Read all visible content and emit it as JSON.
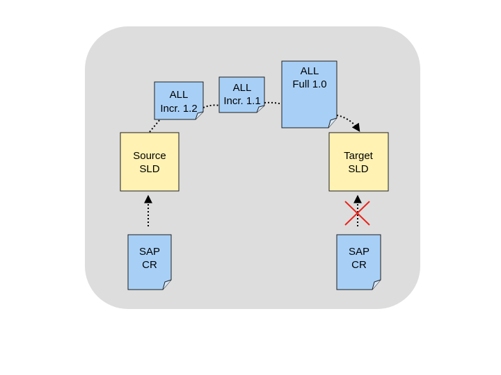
{
  "colors": {
    "panel": "#dddddd",
    "document_fill": "#a8d0f7",
    "system_fill": "#fff2b3",
    "outline": "#1e1e1e",
    "block_mark": "#e8231b"
  },
  "documents": {
    "incr_1_2": {
      "line1": "ALL",
      "line2": "Incr. 1.2"
    },
    "incr_1_1": {
      "line1": "ALL",
      "line2": "Incr. 1.1"
    },
    "full_1_0": {
      "line1": "ALL",
      "line2": "Full 1.0"
    },
    "source_cr": {
      "line1": "SAP",
      "line2": "CR"
    },
    "target_cr": {
      "line1": "SAP",
      "line2": "CR"
    }
  },
  "systems": {
    "source": {
      "line1": "Source",
      "line2": "SLD"
    },
    "target": {
      "line1": "Target",
      "line2": "SLD"
    }
  },
  "icons": {
    "blocked_transfer": "x-mark-icon"
  }
}
